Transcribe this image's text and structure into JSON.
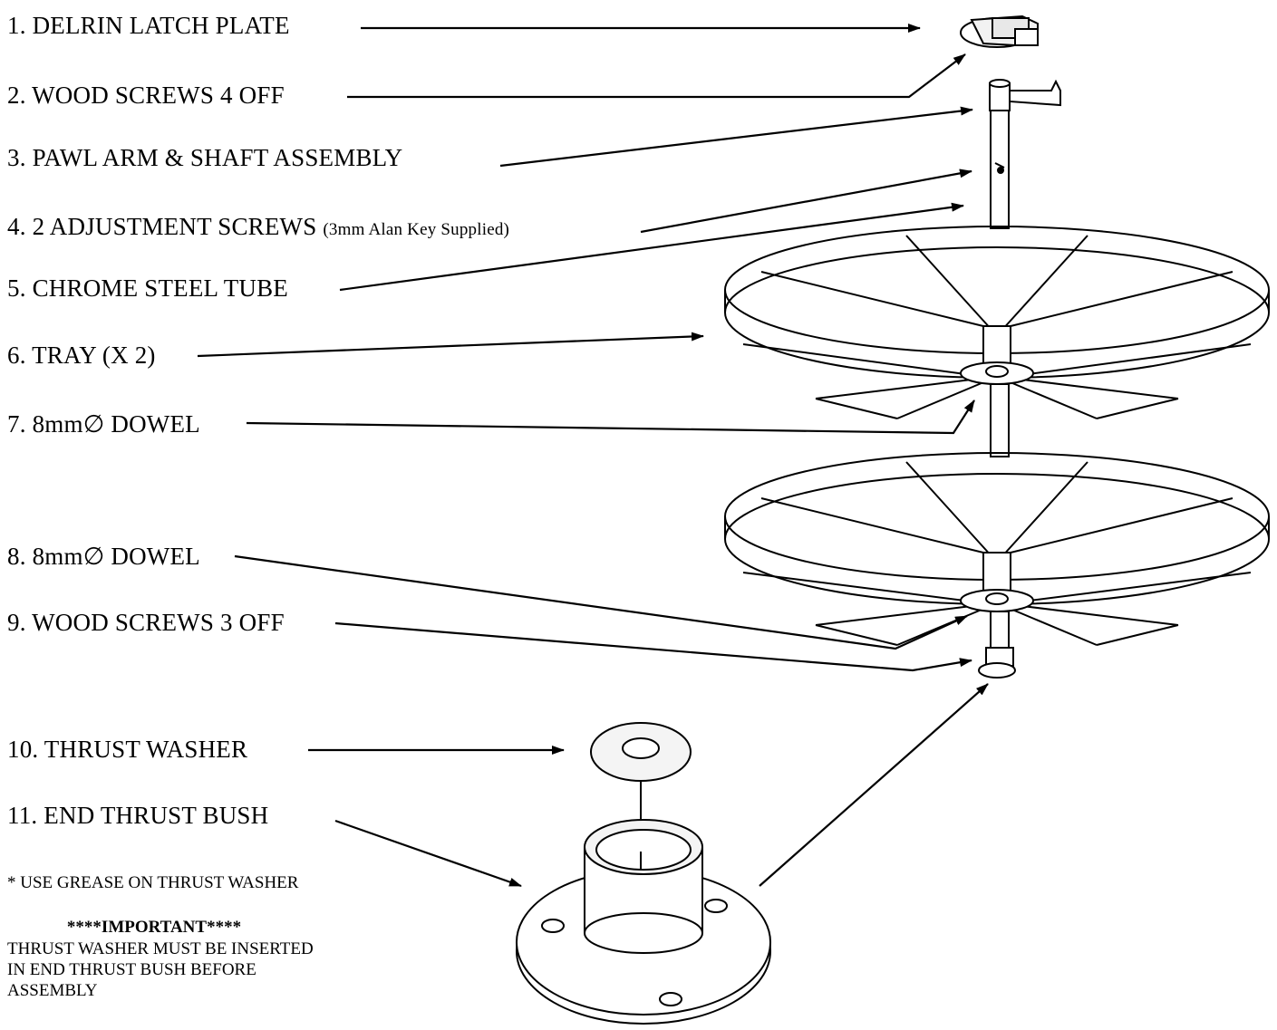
{
  "labels": {
    "l1": "1. DELRIN LATCH PLATE",
    "l2": "2. WOOD SCREWS 4 OFF",
    "l3": "3. PAWL ARM & SHAFT ASSEMBLY",
    "l4_main": "4. 2 ADJUSTMENT SCREWS ",
    "l4_small": "(3mm Alan Key Supplied)",
    "l5": "5. CHROME STEEL TUBE",
    "l6": "6. TRAY (X 2)",
    "l7": "7. 8mm∅ DOWEL",
    "l8": "8. 8mm∅ DOWEL",
    "l9": "9. WOOD SCREWS 3 OFF",
    "l10": "10. THRUST WASHER",
    "l11": "11. END THRUST BUSH"
  },
  "notes": {
    "grease": "* USE GREASE ON THRUST WASHER",
    "important_title": "****IMPORTANT****",
    "important_body_1": "THRUST WASHER MUST BE INSERTED",
    "important_body_2": "IN END THRUST BUSH BEFORE",
    "important_body_3": "ASSEMBLY"
  }
}
